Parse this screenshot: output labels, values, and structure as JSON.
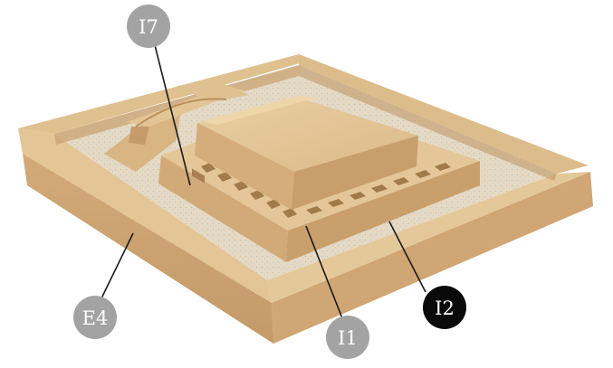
{
  "labels": {
    "i7": {
      "text": "I7",
      "color": "#a3a3a3"
    },
    "e4": {
      "text": "E4",
      "color": "#a3a3a3"
    },
    "i1": {
      "text": "I1",
      "color": "#a3a3a3"
    },
    "i2": {
      "text": "I2",
      "color": "#0a0a0a"
    }
  },
  "colors": {
    "stone_light": "#e6c898",
    "stone_mid": "#d6b07c",
    "stone_dark": "#b98f5c",
    "gravel": "#e2d7c3",
    "leader_line": "#1a1a1a"
  }
}
